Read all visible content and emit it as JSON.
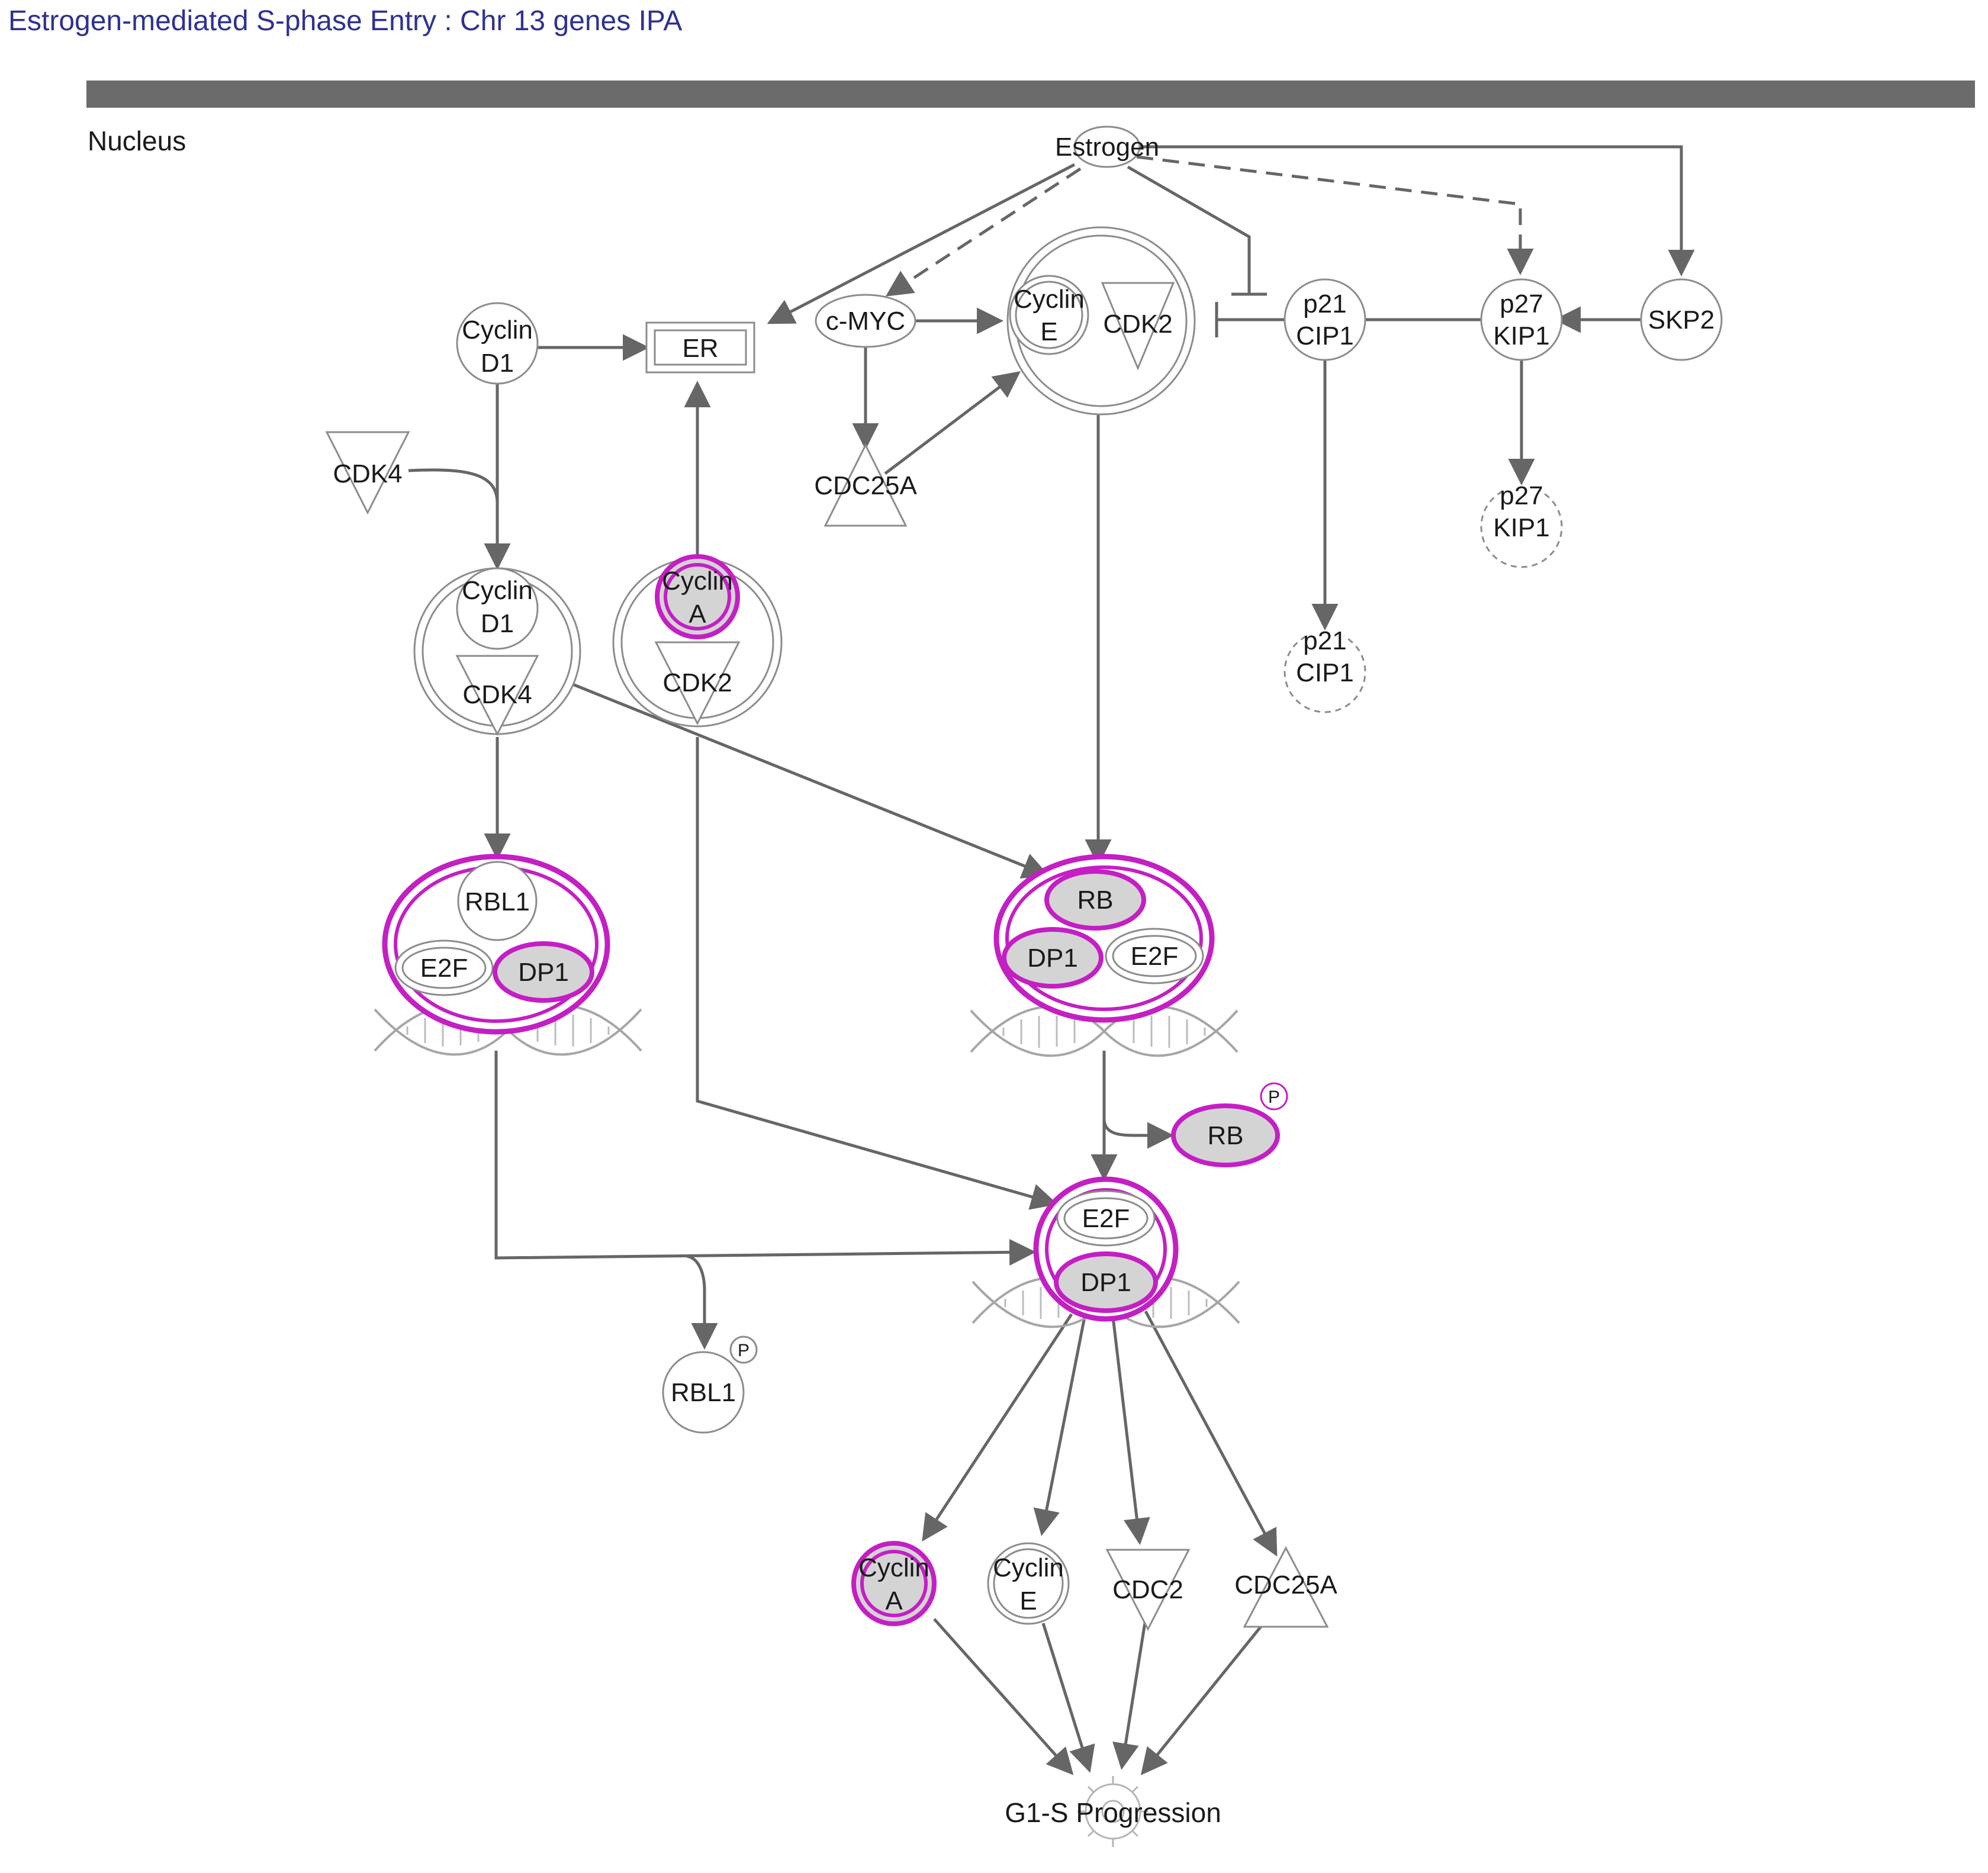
{
  "title": "Estrogen-mediated S-phase Entry : Chr 13 genes IPA",
  "compartment": "Nucleus",
  "colors": {
    "highlight": "#c41fc4",
    "edge": "#666666",
    "node_stroke": "#8c8c8c",
    "fill_highlight": "#d4d4d4",
    "band": "#6b6b6b",
    "title": "#2e3192"
  },
  "icons": {
    "enzyme": "triangle-down-icon",
    "phosphatase": "triangle-up-icon",
    "dna": "dna-helix-icon",
    "process": "gear-icon",
    "phosphate": "phosphate-badge-icon"
  },
  "nodes": {
    "estrogen": "Estrogen",
    "cyclin_d1_top": [
      "Cyclin",
      "D1"
    ],
    "er": "ER",
    "cmyc": "c-MYC",
    "cyclin_e_top": [
      "Cyclin",
      "E"
    ],
    "cdk2_top": "CDK2",
    "p21_top": [
      "p21",
      "CIP1"
    ],
    "p27_top": [
      "p27",
      "KIP1"
    ],
    "skp2": "SKP2",
    "cdk4_top": "CDK4",
    "cdc25a_top": "CDC25A",
    "p27_bottom": [
      "p27",
      "KIP1"
    ],
    "p21_bottom": [
      "p21",
      "CIP1"
    ],
    "cyclin_d1_complex": [
      "Cyclin",
      "D1"
    ],
    "cdk4_complex": "CDK4",
    "cyclin_a_complex": [
      "Cyclin",
      "A"
    ],
    "cdk2_complex": "CDK2",
    "rbl1_complex": "RBL1",
    "e2f_left": "E2F",
    "dp1_left": "DP1",
    "rb_complex": "RB",
    "dp1_right": "DP1",
    "e2f_right": "E2F",
    "rb_phospho": "RB",
    "p_badge_rb": "P",
    "e2f_center": "E2F",
    "dp1_center": "DP1",
    "rbl1_phospho": "RBL1",
    "p_badge_rbl1": "P",
    "cyclin_a_bottom": [
      "Cyclin",
      "A"
    ],
    "cyclin_e_bottom": [
      "Cyclin",
      "E"
    ],
    "cdc2": "CDC2",
    "cdc25a_bottom": "CDC25A",
    "g1s": "G1-S Progression"
  }
}
